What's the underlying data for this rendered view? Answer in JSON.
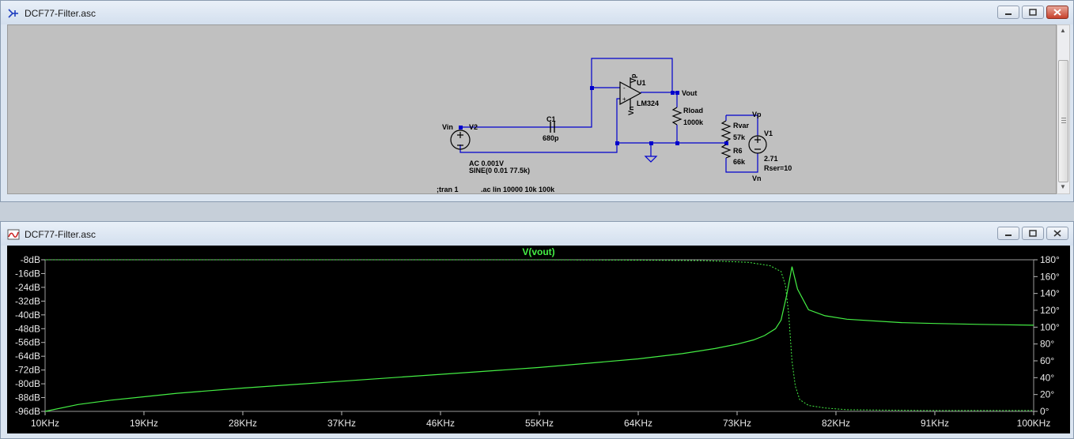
{
  "schematic_window": {
    "title": "DCF77-Filter.asc",
    "labels": {
      "vin": "Vin",
      "v2": "V2",
      "c1": "C1",
      "c1_val": "680p",
      "u1": "U1",
      "u1_model": "LM324",
      "vp_pin": "Vp",
      "vn_pin": "Vn",
      "vout": "Vout",
      "rload": "Rload",
      "rload_val": "1000k",
      "vp": "Vp",
      "vn": "Vn",
      "rvar": "Rvar",
      "rvar_val": "57k",
      "r6": "R6",
      "r6_val": "66k",
      "v1": "V1",
      "v1_val": "2.71",
      "v1_rser": "Rser=10",
      "v2_ac": "AC 0.001V",
      "v2_sine": "SINE(0 0.01 77.5k)",
      "tran": ";tran 1",
      "ac": ".ac lin 10000 10k 100k"
    }
  },
  "plot_window": {
    "title": "DCF77-Filter.asc",
    "trace_name": "V(vout)"
  },
  "colors": {
    "trace": "#44ee44",
    "wire": "#0000cc",
    "plot_bg": "#000000",
    "schematic_bg": "#c0c0c0"
  },
  "icons": [
    "schematic-icon",
    "waveform-icon",
    "minimize-icon",
    "maximize-icon",
    "close-icon"
  ],
  "chart_data": {
    "type": "line",
    "x_axis": {
      "range": [
        10000,
        100000
      ],
      "tick_labels": [
        "10KHz",
        "19KHz",
        "28KHz",
        "37KHz",
        "46KHz",
        "55KHz",
        "64KHz",
        "73KHz",
        "82KHz",
        "91KHz",
        "100KHz"
      ]
    },
    "y_left": {
      "range": [
        -96,
        -8
      ],
      "tick_labels": [
        "-8dB",
        "-16dB",
        "-24dB",
        "-32dB",
        "-40dB",
        "-48dB",
        "-56dB",
        "-64dB",
        "-72dB",
        "-80dB",
        "-88dB",
        "-96dB"
      ]
    },
    "y_right": {
      "range": [
        0,
        180
      ],
      "tick_labels": [
        "180°",
        "160°",
        "140°",
        "120°",
        "100°",
        "80°",
        "60°",
        "40°",
        "20°",
        "0°"
      ]
    },
    "series": [
      {
        "name": "V(vout)",
        "axis": "left",
        "style": "solid",
        "x": [
          10000,
          13000,
          16000,
          19000,
          22000,
          28000,
          37000,
          46000,
          55000,
          64000,
          68000,
          71000,
          73000,
          74500,
          75500,
          76500,
          77000,
          77500,
          78000,
          78500,
          79500,
          81000,
          83000,
          88000,
          91000,
          95000,
          100000
        ],
        "y": [
          -96,
          -92,
          -89.5,
          -87.5,
          -85.5,
          -82.5,
          -78.5,
          -74.5,
          -70.5,
          -65.5,
          -62.5,
          -59.5,
          -57,
          -54.5,
          -52,
          -48,
          -43,
          -29,
          -12,
          -25,
          -37,
          -40.5,
          -42.5,
          -44.5,
          -45,
          -45.5,
          -46
        ]
      },
      {
        "name": "",
        "axis": "right",
        "style": "dashed",
        "x": [
          10000,
          55000,
          64000,
          70000,
          74000,
          76000,
          77000,
          77400,
          77700,
          78000,
          78300,
          78700,
          79500,
          81000,
          83000,
          90000,
          100000
        ],
        "y": [
          180,
          180,
          179.5,
          179,
          177,
          173,
          166,
          150,
          115,
          60,
          30,
          14,
          7,
          4,
          2,
          1,
          1
        ]
      }
    ]
  }
}
